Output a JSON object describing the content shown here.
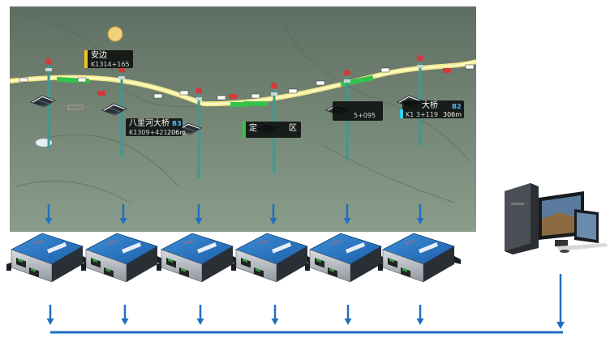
{
  "map": {
    "labels": [
      {
        "name": "安边",
        "code": "K1314+165",
        "badge": "",
        "length": ""
      },
      {
        "name": "八里河大桥",
        "code": "K1309+421",
        "badge": "B3",
        "length": "206m"
      },
      {
        "name": "定",
        "code": "",
        "badge": "",
        "length": ""
      },
      {
        "name": "区",
        "code": "",
        "badge": "",
        "length": ""
      },
      {
        "name": "",
        "code": "5+095",
        "badge": "",
        "length": ""
      },
      {
        "name": "大桥",
        "code": "K1  3+119",
        "badge": "B2",
        "length": "306m"
      }
    ],
    "colors": {
      "road": "#f4e98a",
      "pole": "#3a9a96",
      "terrain": "#6b7a6c",
      "arrow": "#1f6fc4"
    }
  },
  "devices": {
    "count": 6,
    "icon": "serial-server-device-icon"
  },
  "computer": {
    "icon": "desktop-computer-with-monitors-icon"
  }
}
